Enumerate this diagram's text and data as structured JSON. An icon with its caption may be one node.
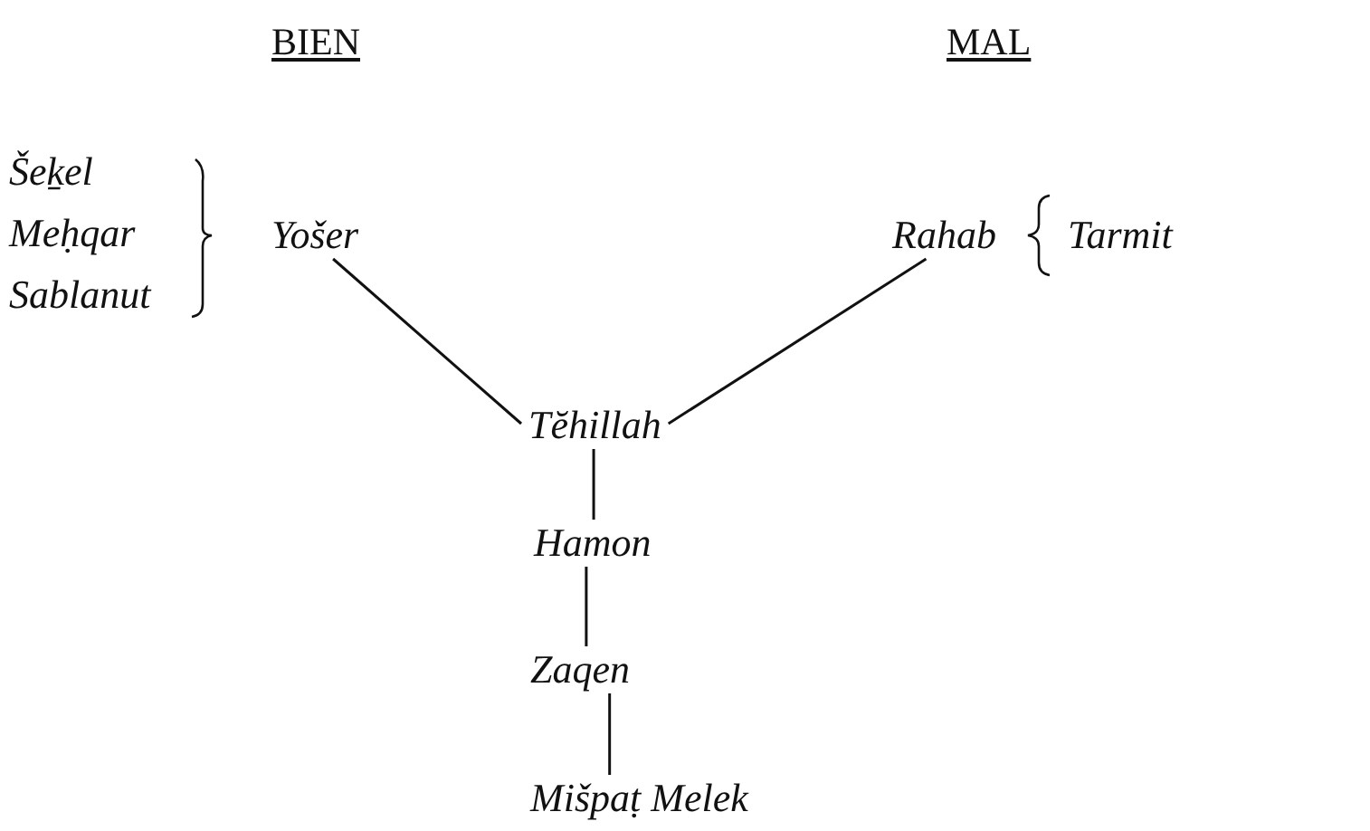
{
  "diagram": {
    "nodes": [
      {
        "text": [
          "Yošer"
        ]
      },
      {
        "text": [
          "Rahab"
        ]
      },
      {
        "text": [
          "Tĕhillah"
        ]
      },
      {
        "text": [
          "Hamon"
        ]
      },
      {
        "text": [
          "Zaqen"
        ]
      },
      {
        "text": [
          "Mišpaṭ Melek"
        ]
      }
    ],
    "edges": [
      {
        "from": 0,
        "to": 2,
        "arrow": "none"
      },
      {
        "from": 1,
        "to": 2,
        "arrow": "none"
      },
      {
        "from": 2,
        "to": 3,
        "arrow": "none"
      },
      {
        "from": 3,
        "to": 4,
        "arrow": "none"
      },
      {
        "from": 4,
        "to": 5,
        "arrow": "none"
      }
    ],
    "labels": [
      "BIEN",
      "MAL",
      "Šeḵel",
      "Meḥqar",
      "Sablanut",
      "Tarmit"
    ]
  }
}
